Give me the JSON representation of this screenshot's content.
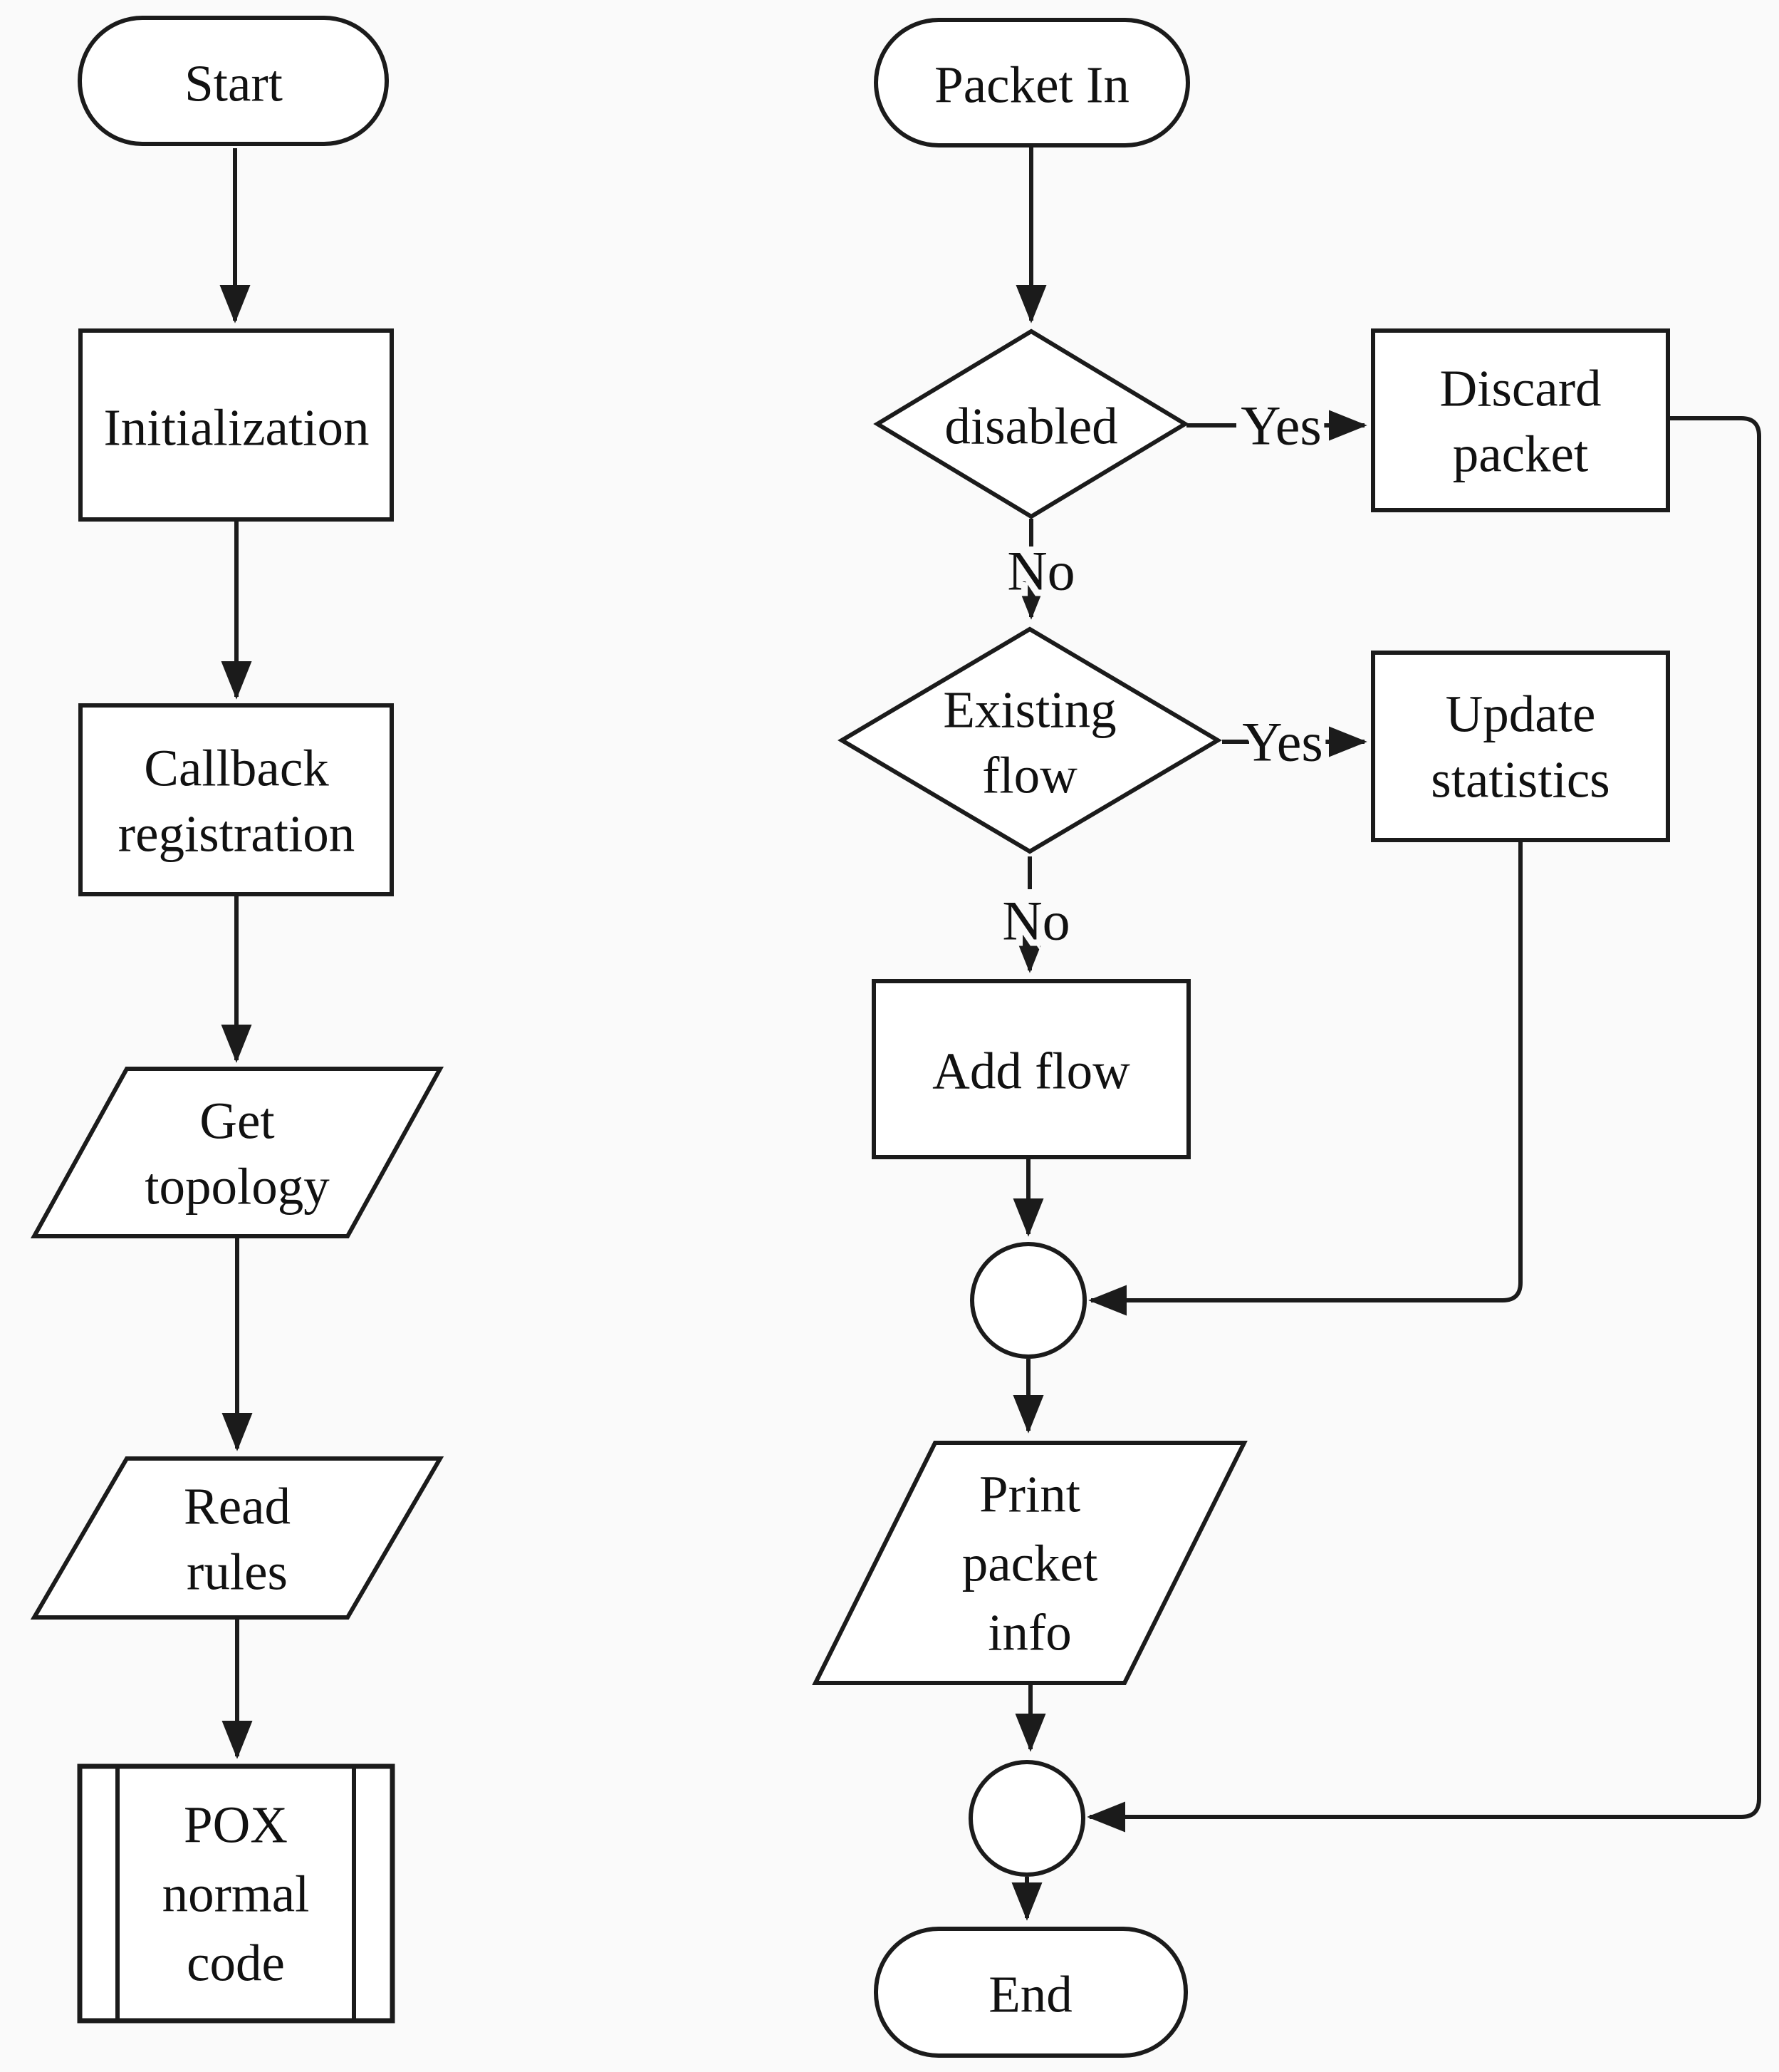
{
  "diagram": {
    "kind": "flowchart",
    "description": "Two-column flowchart: controller start-up sequence (left) and Packet In handling logic (right)",
    "colors": {
      "line": "#1b1b1b",
      "shape_fill": "#ffffff",
      "background": "#fafafa",
      "text": "#111111"
    }
  },
  "nodes": {
    "start": {
      "shape": "stadium",
      "label": "Start"
    },
    "initialization": {
      "shape": "process",
      "label": "Initialization"
    },
    "callback_registration": {
      "shape": "process",
      "label": "Callback registration",
      "lines": [
        "Callback",
        "registration"
      ]
    },
    "get_topology": {
      "shape": "data-parallelogram",
      "label": "Get topology",
      "lines": [
        "Get",
        "topology"
      ]
    },
    "read_rules": {
      "shape": "data-parallelogram",
      "label": "Read rules",
      "lines": [
        "Read",
        "rules"
      ]
    },
    "pox_normal_code": {
      "shape": "predefined-process",
      "label": "POX normal code",
      "lines": [
        "POX",
        "normal",
        "code"
      ]
    },
    "packet_in": {
      "shape": "stadium",
      "label": "Packet In"
    },
    "disabled": {
      "shape": "decision-diamond",
      "label": "disabled"
    },
    "discard_packet": {
      "shape": "process",
      "label": "Discard packet",
      "lines": [
        "Discard",
        "packet"
      ]
    },
    "existing_flow": {
      "shape": "decision-diamond",
      "label": "Existing flow",
      "lines": [
        "Existing",
        "flow"
      ]
    },
    "update_statistics": {
      "shape": "process",
      "label": "Update statistics",
      "lines": [
        "Update",
        "statistics"
      ]
    },
    "add_flow": {
      "shape": "process",
      "label": "Add flow"
    },
    "connector_1": {
      "shape": "connector-circle",
      "label": ""
    },
    "print_packet_info": {
      "shape": "data-parallelogram",
      "label": "Print packet info",
      "lines": [
        "Print",
        "packet",
        "info"
      ]
    },
    "connector_2": {
      "shape": "connector-circle",
      "label": ""
    },
    "end": {
      "shape": "stadium",
      "label": "End"
    }
  },
  "edges": [
    {
      "from": "start",
      "to": "initialization",
      "label": ""
    },
    {
      "from": "initialization",
      "to": "callback_registration",
      "label": ""
    },
    {
      "from": "callback_registration",
      "to": "get_topology",
      "label": ""
    },
    {
      "from": "get_topology",
      "to": "read_rules",
      "label": ""
    },
    {
      "from": "read_rules",
      "to": "pox_normal_code",
      "label": ""
    },
    {
      "from": "packet_in",
      "to": "disabled",
      "label": ""
    },
    {
      "from": "disabled",
      "to": "discard_packet",
      "label": "Yes"
    },
    {
      "from": "disabled",
      "to": "existing_flow",
      "label": "No"
    },
    {
      "from": "existing_flow",
      "to": "update_statistics",
      "label": "Yes"
    },
    {
      "from": "existing_flow",
      "to": "add_flow",
      "label": "No"
    },
    {
      "from": "add_flow",
      "to": "connector_1",
      "label": ""
    },
    {
      "from": "update_statistics",
      "to": "connector_1",
      "label": ""
    },
    {
      "from": "connector_1",
      "to": "print_packet_info",
      "label": ""
    },
    {
      "from": "print_packet_info",
      "to": "connector_2",
      "label": ""
    },
    {
      "from": "discard_packet",
      "to": "connector_2",
      "label": ""
    },
    {
      "from": "connector_2",
      "to": "end",
      "label": ""
    }
  ]
}
